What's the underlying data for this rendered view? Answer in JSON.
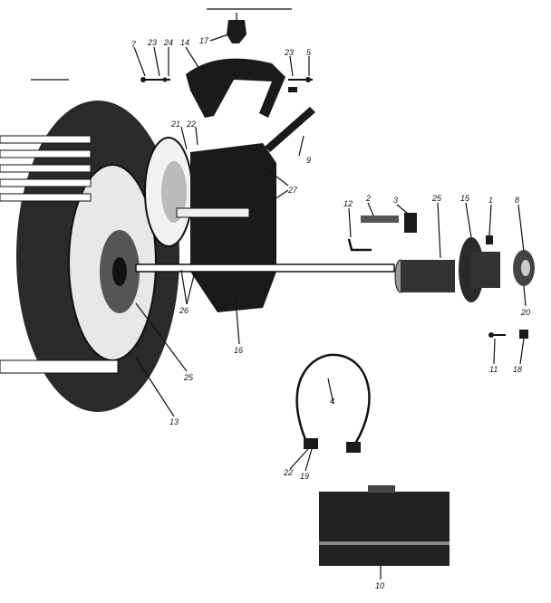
{
  "diagram": {
    "parts": [
      {
        "id": "p7",
        "label": "7"
      },
      {
        "id": "p23a",
        "label": "23"
      },
      {
        "id": "p24",
        "label": "24"
      },
      {
        "id": "p14",
        "label": "14"
      },
      {
        "id": "p17",
        "label": "17"
      },
      {
        "id": "p23b",
        "label": "23"
      },
      {
        "id": "p5",
        "label": "5"
      },
      {
        "id": "p21",
        "label": "21"
      },
      {
        "id": "p22a",
        "label": "22"
      },
      {
        "id": "p9",
        "label": "9"
      },
      {
        "id": "p27",
        "label": "27"
      },
      {
        "id": "p12",
        "label": "12"
      },
      {
        "id": "p2",
        "label": "2"
      },
      {
        "id": "p3",
        "label": "3"
      },
      {
        "id": "p25a",
        "label": "25"
      },
      {
        "id": "p15",
        "label": "15"
      },
      {
        "id": "p1",
        "label": "1"
      },
      {
        "id": "p8",
        "label": "8"
      },
      {
        "id": "p26",
        "label": "26"
      },
      {
        "id": "p16",
        "label": "16"
      },
      {
        "id": "p20",
        "label": "20"
      },
      {
        "id": "p25b",
        "label": "25"
      },
      {
        "id": "p13",
        "label": "13"
      },
      {
        "id": "p11",
        "label": "11"
      },
      {
        "id": "p18",
        "label": "18"
      },
      {
        "id": "p4",
        "label": "4"
      },
      {
        "id": "p22b",
        "label": "22"
      },
      {
        "id": "p19",
        "label": "19"
      },
      {
        "id": "p10",
        "label": "10"
      }
    ]
  }
}
